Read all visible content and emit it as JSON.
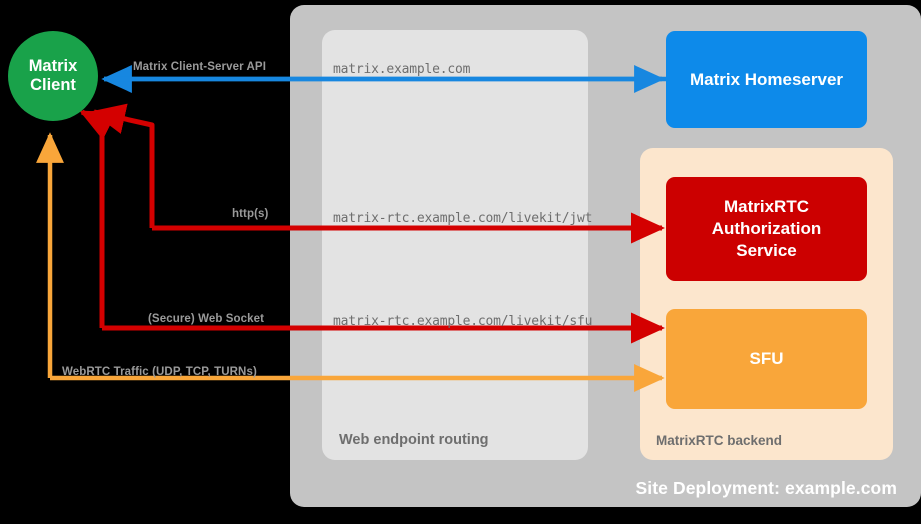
{
  "diagram": {
    "title": "MatrixRTC deployment topology",
    "background_color": "#000000"
  },
  "site_deployment": {
    "label": "Site Deployment: example.com",
    "color": "#c4c4c4",
    "label_color": "#ffffff"
  },
  "panels": {
    "web_endpoint_routing": {
      "label": "Web endpoint routing",
      "color": "#e3e3e3",
      "label_color": "#6e6e6e"
    },
    "matrixrtc_backend": {
      "label": "MatrixRTC backend",
      "color": "#fce6cd",
      "label_color": "#6e6e6e"
    }
  },
  "nodes": {
    "matrix_client": {
      "line1": "Matrix",
      "line2": "Client",
      "color": "#19a24a",
      "shape": "circle"
    },
    "matrix_homeserver": {
      "label": "Matrix Homeserver",
      "color": "#0d8aea"
    },
    "matrixrtc_auth_service": {
      "line1": "MatrixRTC",
      "line2": "Authorization",
      "line3": "Service",
      "color": "#cc0000"
    },
    "sfu": {
      "label": "SFU",
      "color": "#f9a63a"
    }
  },
  "connections": [
    {
      "id": "client-server-api",
      "label": "Matrix Client-Server API",
      "endpoint": "matrix.example.com",
      "color": "#1787e0",
      "direction": "homeserver-to-client"
    },
    {
      "id": "jwt-service",
      "label": "http(s)",
      "endpoint": "matrix-rtc.example.com/livekit/jwt",
      "color": "#d40000",
      "direction": "bidirectional"
    },
    {
      "id": "sfu-websocket",
      "label": "(Secure) Web Socket",
      "endpoint": "matrix-rtc.example.com/livekit/sfu",
      "color": "#d40000",
      "direction": "bidirectional"
    },
    {
      "id": "webrtc-media",
      "label": "WebRTC Traffic (UDP, TCP, TURNs)",
      "endpoint": "",
      "color": "#f9a63a",
      "direction": "bidirectional"
    }
  ],
  "label_colors": {
    "arrow_label": "#9a9a9a",
    "endpoint_label": "#6e6e6e"
  }
}
